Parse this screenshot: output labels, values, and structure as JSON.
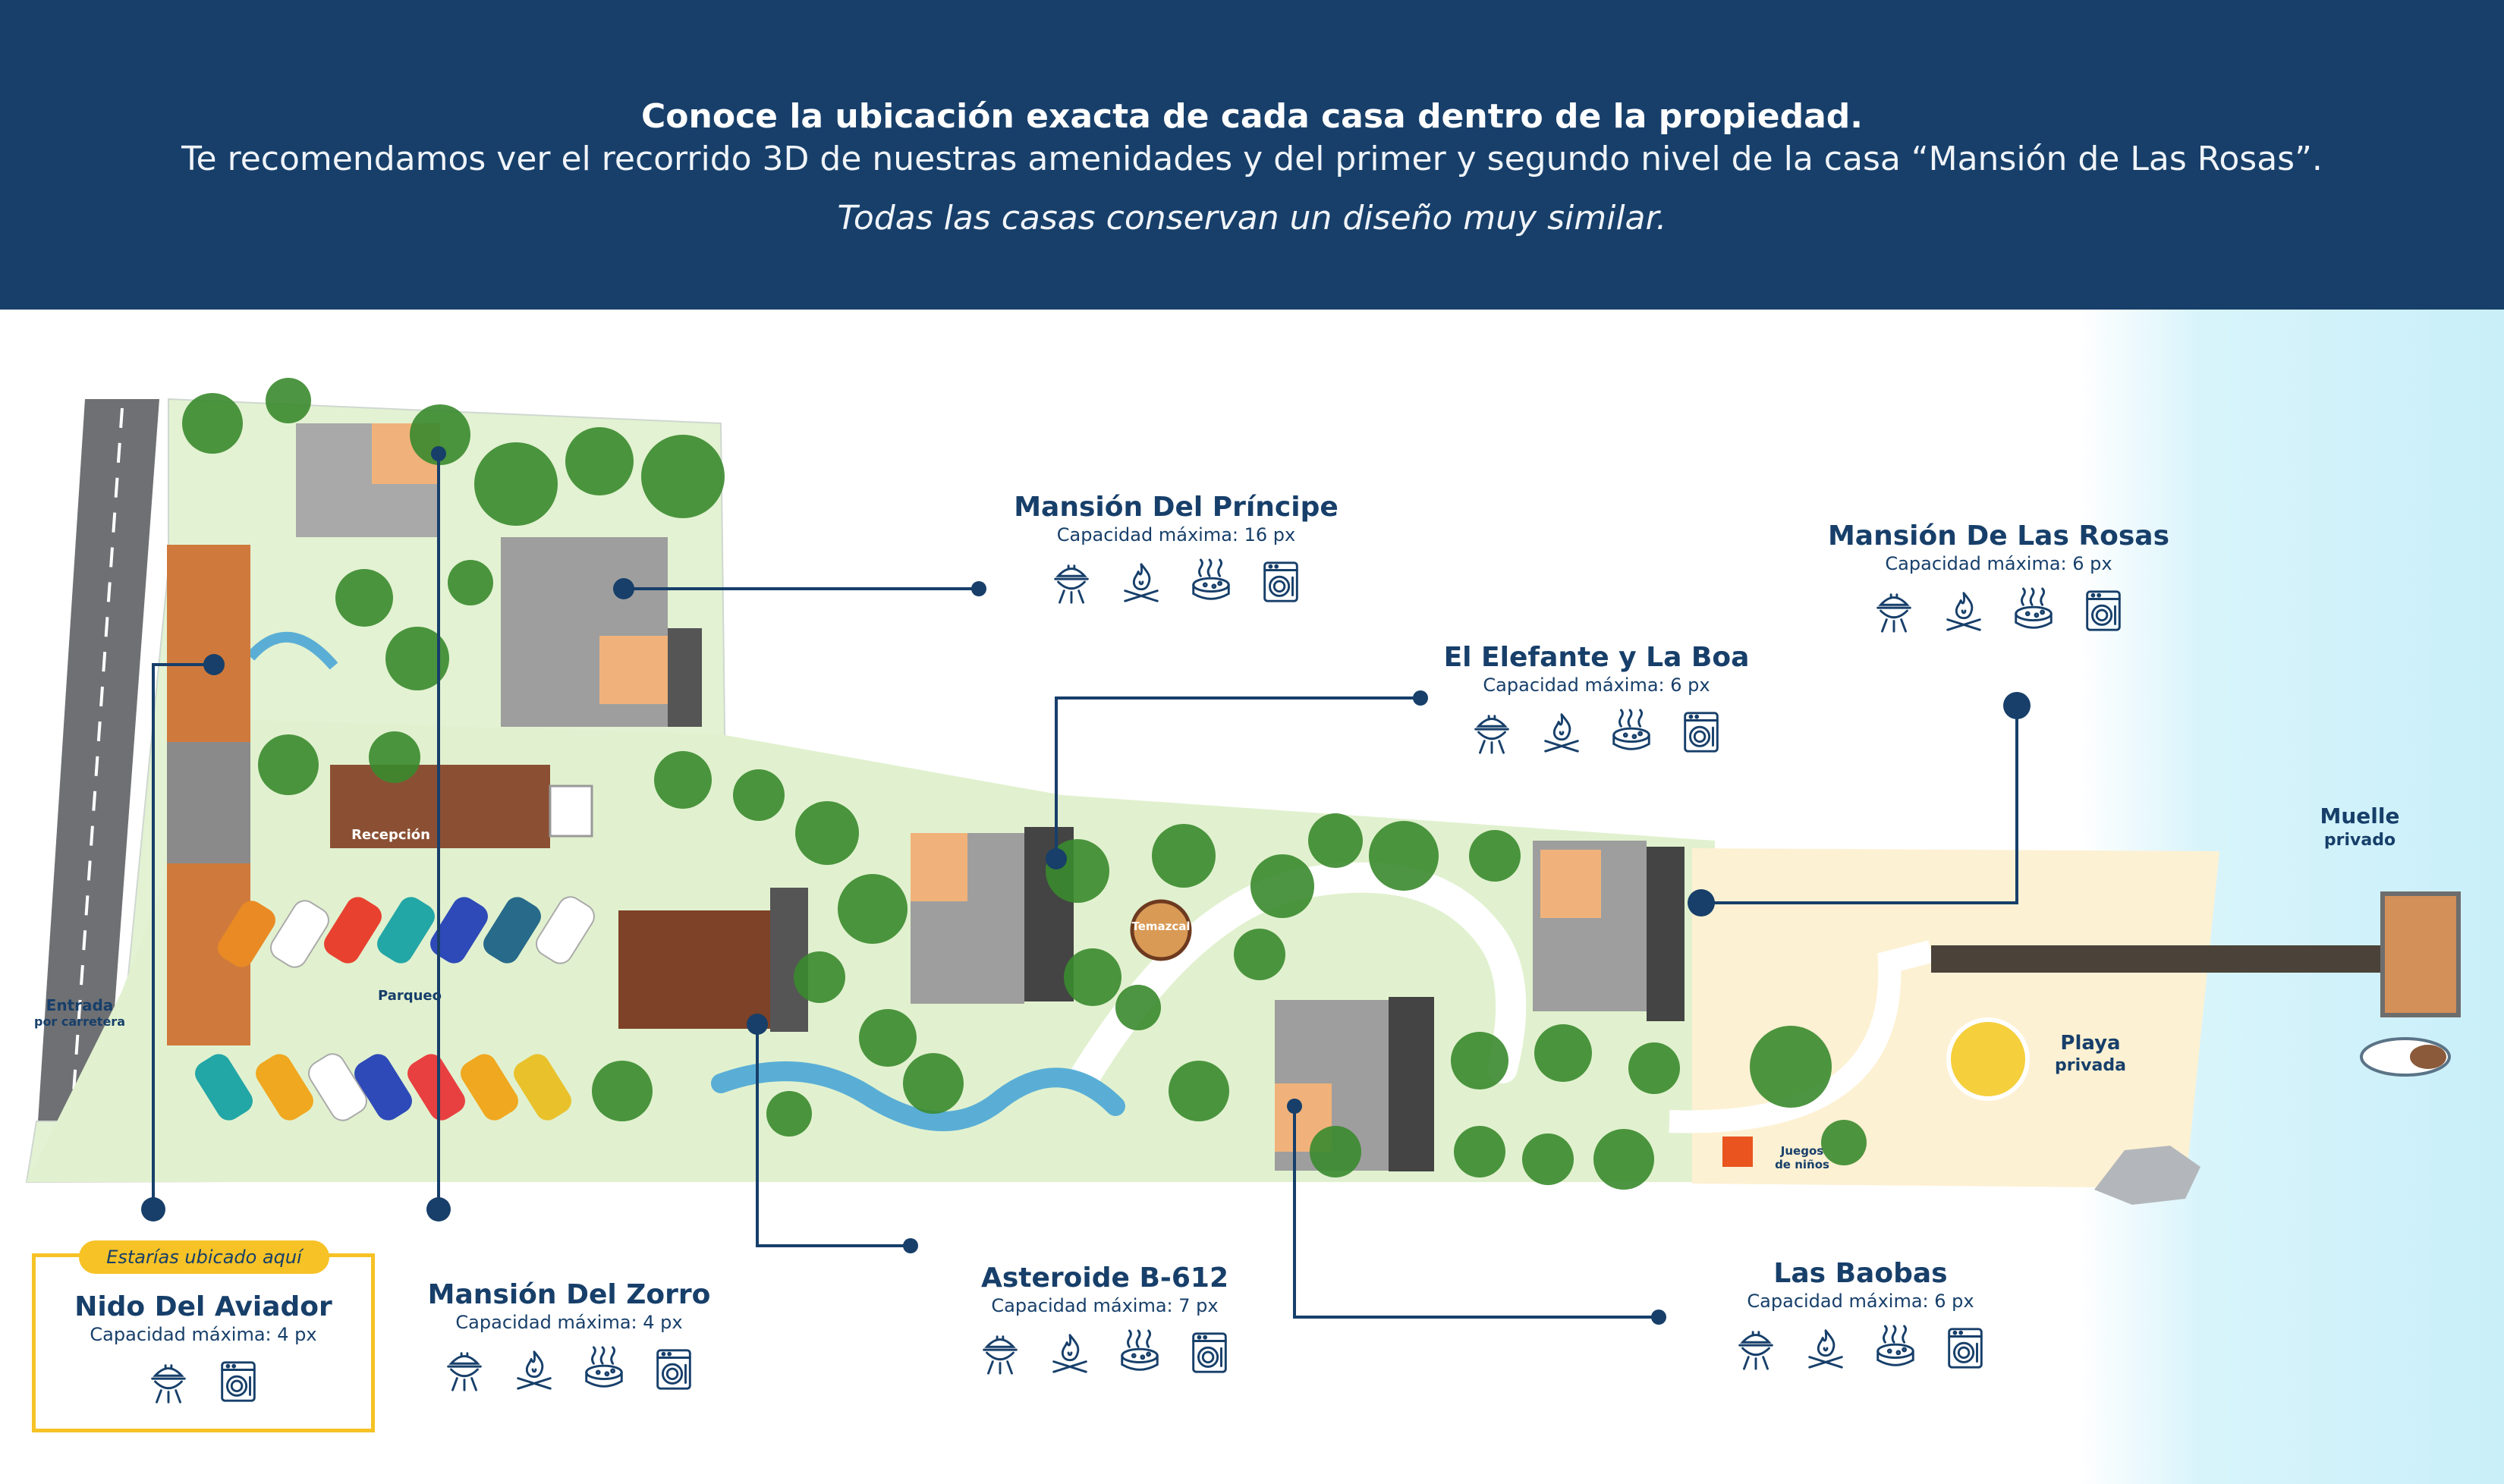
{
  "header": {
    "title": "Conoce la ubicación exacta de cada casa dentro de la propiedad.",
    "subtitle": "Te recomendamos ver el recorrido 3D de nuestras amenidades y del primer y segundo nivel de la casa “Mansión de Las Rosas”.",
    "note": "Todas las casas conservan un diseño muy similar."
  },
  "colors": {
    "navy": "#173f6a",
    "yellow": "#f6c225",
    "lawn": "#e3f2d2",
    "sand": "#fdf1d3",
    "ocean": "#d2f2fa"
  },
  "map_labels": {
    "entrada": "Entrada",
    "entrada_sub": "por carretera",
    "parqueo": "Parqueo",
    "recepcion": "Recepción",
    "temazcal": "Temazcal",
    "juegos": "Juegos",
    "juegos_sub": "de niños",
    "playa": "Playa",
    "playa_sub": "privada",
    "muelle": "Muelle",
    "muelle_sub": "privado"
  },
  "you_are_here": "Estarías ubicado aquí",
  "amenity_icons": [
    "grill-icon",
    "campfire-icon",
    "jacuzzi-icon",
    "dishwasher-icon"
  ],
  "houses": {
    "principe": {
      "name": "Mansión Del Príncipe",
      "capacity": "Capacidad máxima: 16 px",
      "icons": [
        "grill",
        "campfire",
        "jacuzzi",
        "dishwasher"
      ]
    },
    "rosas": {
      "name": "Mansión De Las Rosas",
      "capacity": "Capacidad máxima: 6 px",
      "icons": [
        "grill",
        "campfire",
        "jacuzzi",
        "dishwasher"
      ]
    },
    "elefante": {
      "name": "El Elefante y La Boa",
      "capacity": "Capacidad máxima: 6 px",
      "icons": [
        "grill",
        "campfire",
        "jacuzzi",
        "dishwasher"
      ]
    },
    "aviador": {
      "name": "Nido Del Aviador",
      "capacity": "Capacidad máxima: 4 px",
      "icons": [
        "grill",
        "dishwasher"
      ]
    },
    "zorro": {
      "name": "Mansión Del Zorro",
      "capacity": "Capacidad máxima: 4 px",
      "icons": [
        "grill",
        "campfire",
        "jacuzzi",
        "dishwasher"
      ]
    },
    "asteroide": {
      "name": "Asteroide B-612",
      "capacity": "Capacidad máxima: 7 px",
      "icons": [
        "grill",
        "campfire",
        "jacuzzi",
        "dishwasher"
      ]
    },
    "baobas": {
      "name": "Las Baobas",
      "capacity": "Capacidad máxima: 6 px",
      "icons": [
        "grill",
        "campfire",
        "jacuzzi",
        "dishwasher"
      ]
    }
  }
}
